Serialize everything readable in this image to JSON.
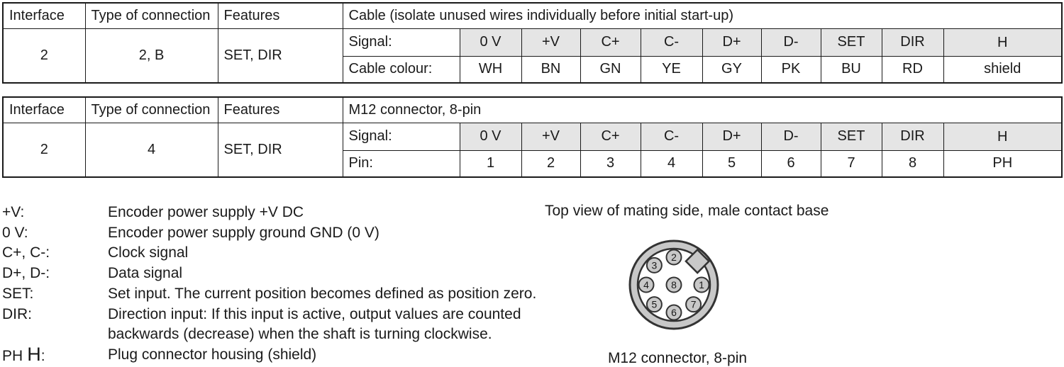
{
  "colors": {
    "table_header_shade": "#e5e5e5",
    "connector_gray": "#c8c8c8",
    "border": "#1a1a1a"
  },
  "table_cable": {
    "col_headers": {
      "interface": "Interface",
      "type_of_connection": "Type of connection",
      "features": "Features",
      "right": "Cable (isolate unused wires individually before initial start-up)"
    },
    "row": {
      "interface": "2",
      "type_of_connection": "2, B",
      "features": "SET, DIR"
    },
    "signal_label": "Signal:",
    "signals": [
      "0 V",
      "+V",
      "C+",
      "C-",
      "D+",
      "D-",
      "SET",
      "DIR",
      "H"
    ],
    "value_label": "Cable colour:",
    "values": [
      "WH",
      "BN",
      "GN",
      "YE",
      "GY",
      "PK",
      "BU",
      "RD",
      "shield"
    ]
  },
  "table_m12": {
    "col_headers": {
      "interface": "Interface",
      "type_of_connection": "Type of connection",
      "features": "Features",
      "right": "M12 connector, 8-pin"
    },
    "row": {
      "interface": "2",
      "type_of_connection": "4",
      "features": "SET, DIR"
    },
    "signal_label": "Signal:",
    "signals": [
      "0 V",
      "+V",
      "C+",
      "C-",
      "D+",
      "D-",
      "SET",
      "DIR",
      "H"
    ],
    "value_label": "Pin:",
    "values": [
      "1",
      "2",
      "3",
      "4",
      "5",
      "6",
      "7",
      "8",
      "PH"
    ]
  },
  "legend": {
    "entries": [
      {
        "term": "+V:",
        "definition": "Encoder power supply +V DC"
      },
      {
        "term": "0 V:",
        "definition": "Encoder power supply ground GND (0 V)"
      },
      {
        "term": "C+, C-:",
        "definition": "Clock signal"
      },
      {
        "term": "D+, D-:",
        "definition": "Data signal"
      },
      {
        "term": "SET:",
        "definition": "Set input. The current position becomes defined as position zero."
      },
      {
        "term": "DIR:",
        "definition": "Direction input: If this input is active, output values are counted backwards (decrease) when the shaft is turning clockwise."
      },
      {
        "term_prefix": "PH",
        "term_big": "H",
        "term_suffix": ":",
        "definition": "Plug connector housing (shield)"
      }
    ]
  },
  "connector": {
    "title": "Top view of mating side, male contact base",
    "caption": "M12 connector, 8-pin",
    "pins": [
      "1",
      "2",
      "3",
      "4",
      "5",
      "6",
      "7",
      "8"
    ]
  }
}
